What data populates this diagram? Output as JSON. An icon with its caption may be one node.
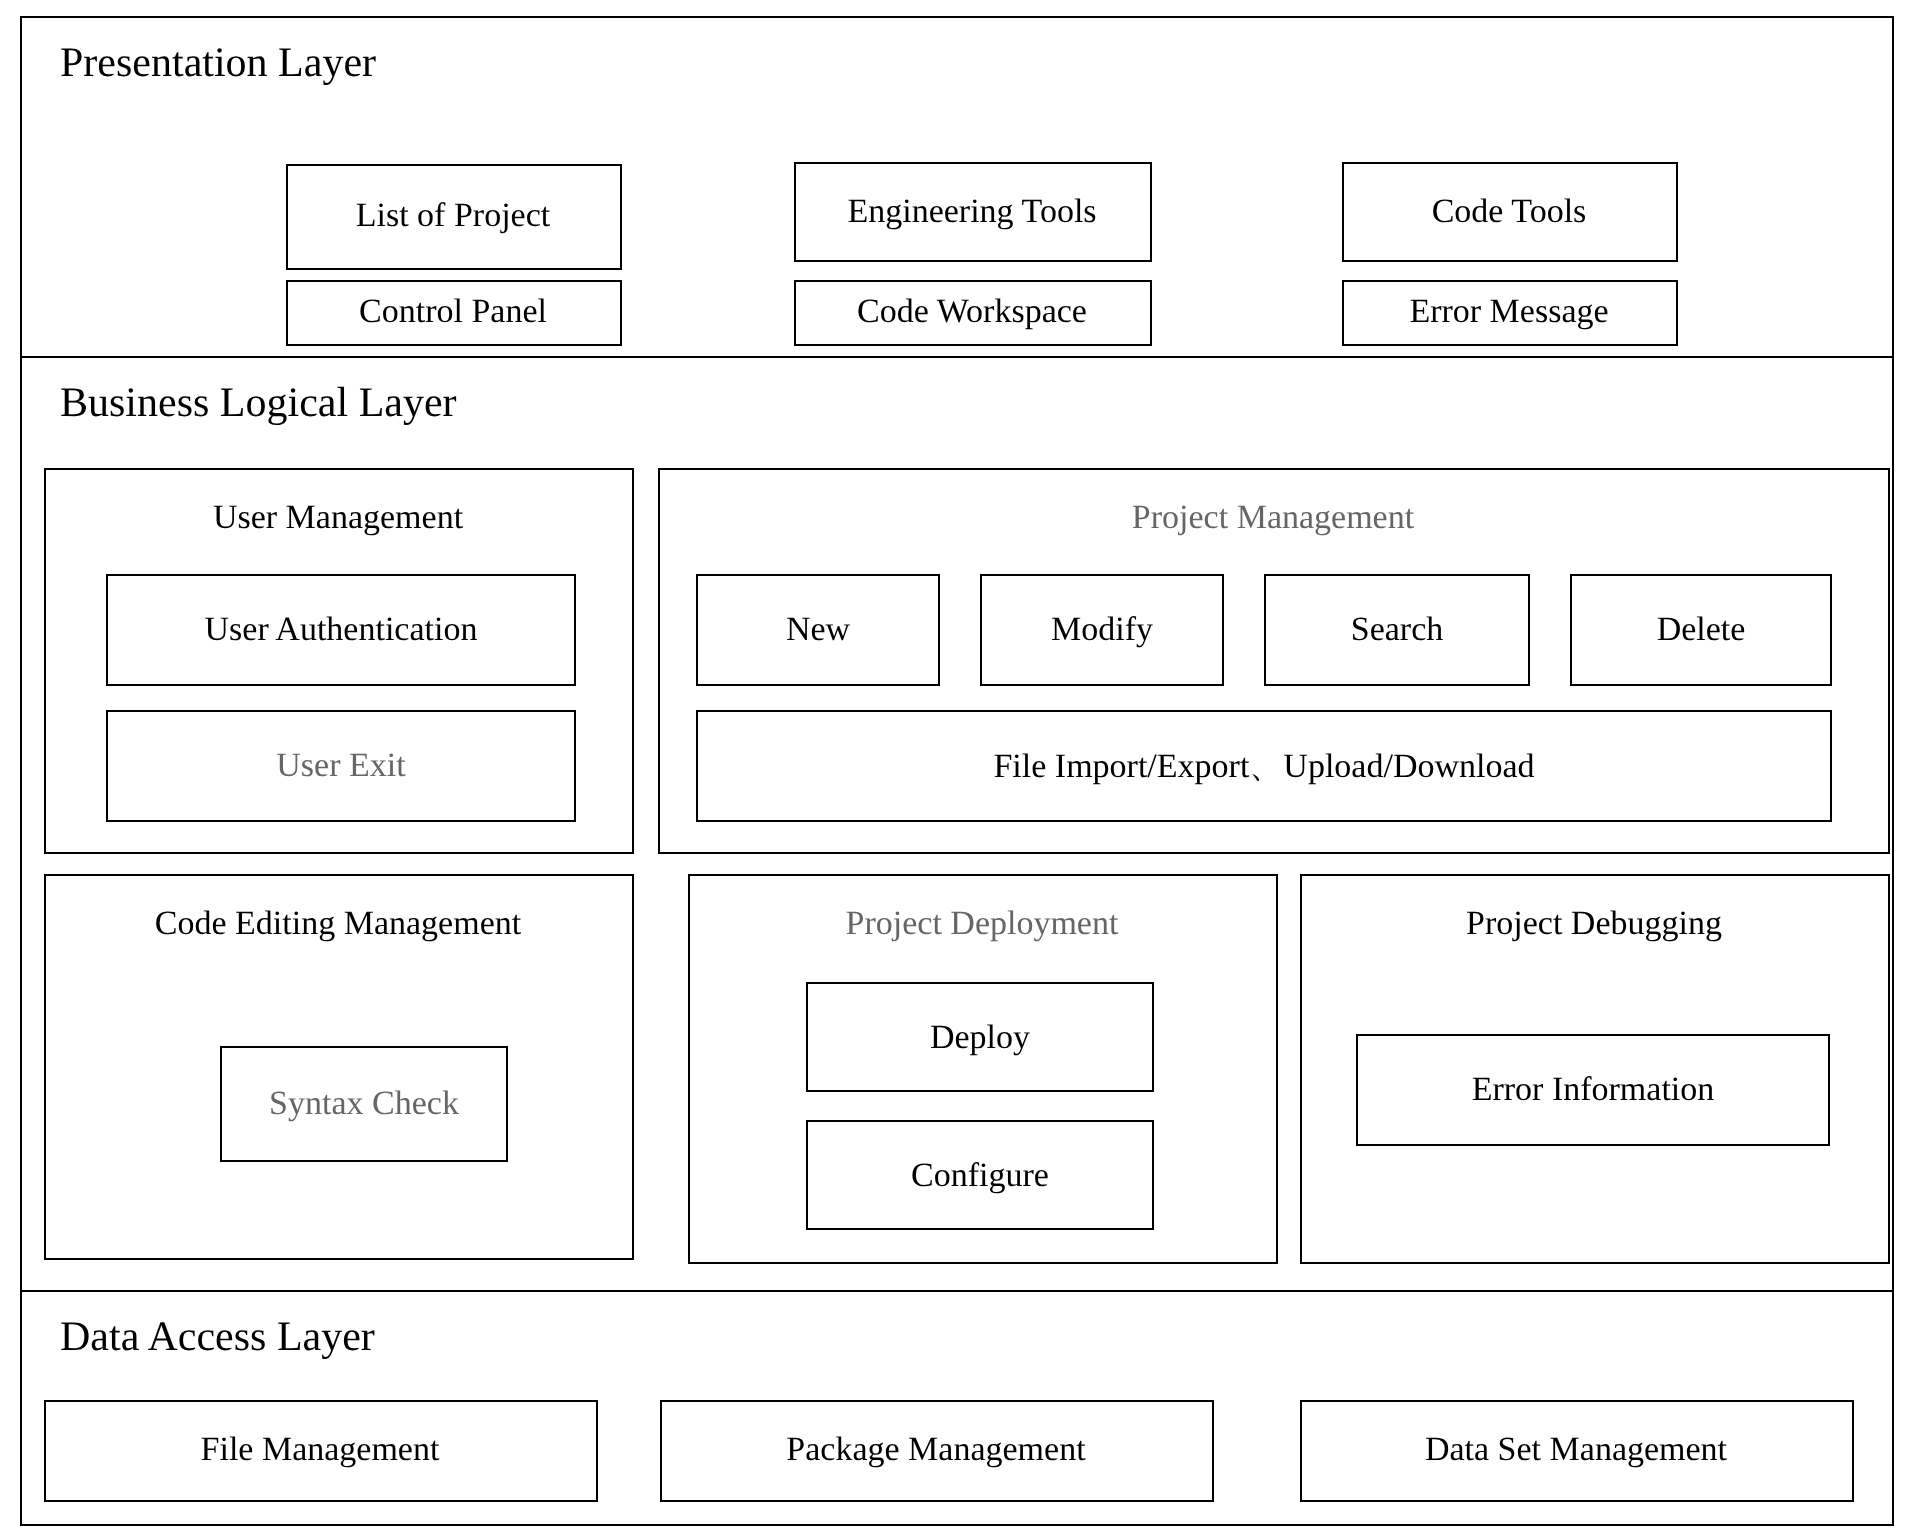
{
  "diagram": {
    "nodes": [
      {
        "text": [
          "Presentation Layer"
        ]
      },
      {
        "text": [
          "List of Project"
        ],
        "in": 0
      },
      {
        "text": [
          "Engineering Tools"
        ],
        "in": 0
      },
      {
        "text": [
          "Code Tools"
        ],
        "in": 0
      },
      {
        "text": [
          "Control Panel"
        ],
        "in": 0
      },
      {
        "text": [
          "Code Workspace"
        ],
        "in": 0
      },
      {
        "text": [
          "Error Message"
        ],
        "in": 0
      },
      {
        "text": [
          "Business Logical Layer"
        ]
      },
      {
        "text": [
          "User Management"
        ],
        "in": 7
      },
      {
        "text": [
          "User Authentication"
        ],
        "in": 8
      },
      {
        "text": [
          "User Exit"
        ],
        "in": 8
      },
      {
        "text": [
          "Project Management"
        ],
        "in": 7
      },
      {
        "text": [
          "New"
        ],
        "in": 11
      },
      {
        "text": [
          "Modify"
        ],
        "in": 11
      },
      {
        "text": [
          "Search"
        ],
        "in": 11
      },
      {
        "text": [
          "Delete"
        ],
        "in": 11
      },
      {
        "text": [
          "File Import/Export、Upload/Download"
        ],
        "in": 11
      },
      {
        "text": [
          "Code Editing Management"
        ],
        "in": 7
      },
      {
        "text": [
          "Syntax Check"
        ],
        "in": 17
      },
      {
        "text": [
          "Project Deployment"
        ],
        "in": 7
      },
      {
        "text": [
          "Deploy"
        ],
        "in": 19
      },
      {
        "text": [
          "Configure"
        ],
        "in": 19
      },
      {
        "text": [
          "Project Debugging"
        ],
        "in": 7
      },
      {
        "text": [
          "Error Information"
        ],
        "in": 22
      },
      {
        "text": [
          "Data Access Layer"
        ]
      },
      {
        "text": [
          "File Management"
        ],
        "in": 24
      },
      {
        "text": [
          "Package Management"
        ],
        "in": 24
      },
      {
        "text": [
          "Data Set Management"
        ],
        "in": 24
      }
    ]
  }
}
